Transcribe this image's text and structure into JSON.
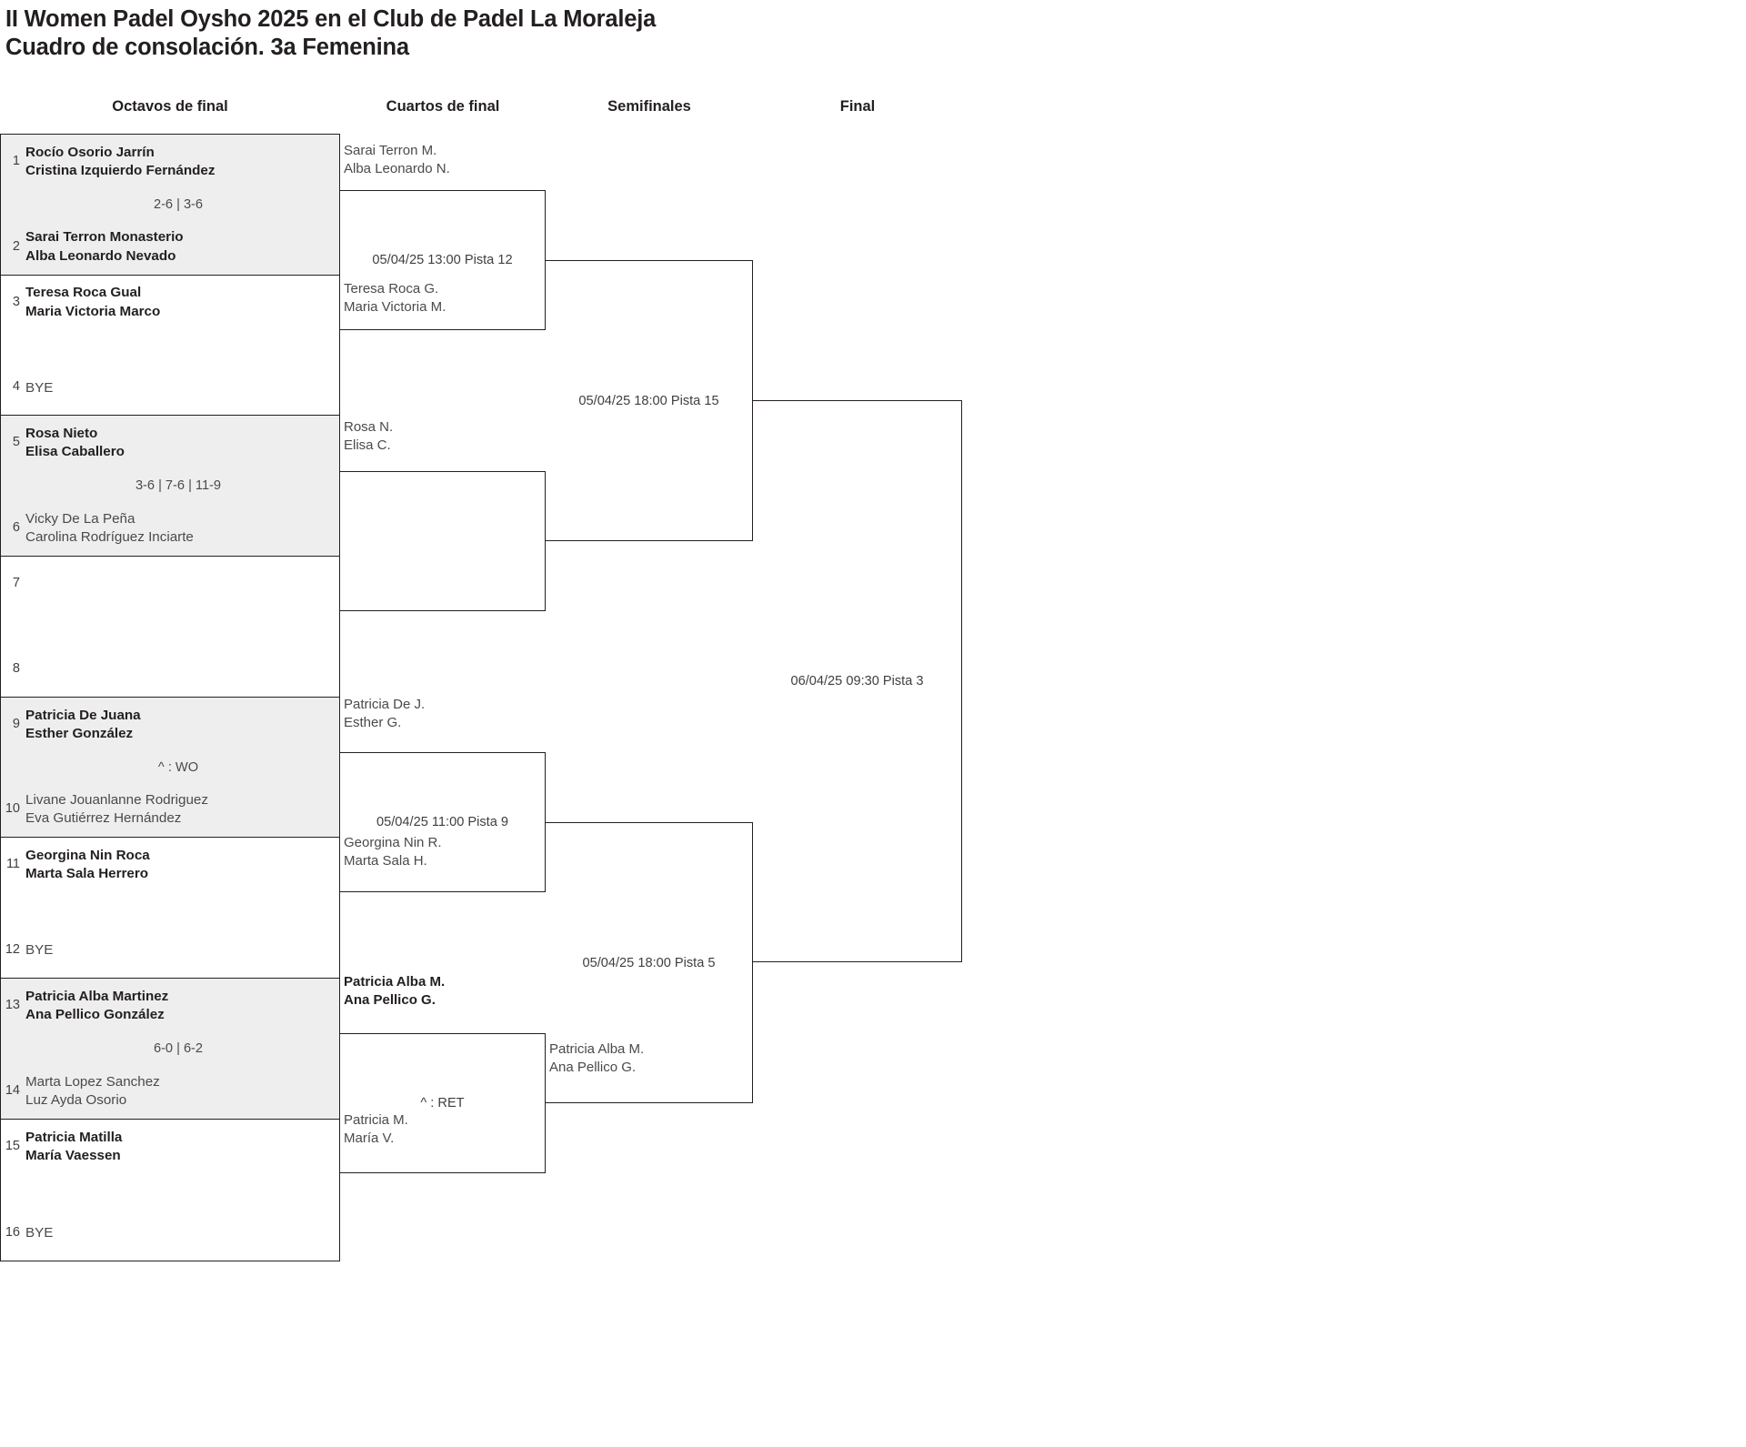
{
  "title": {
    "line1": "II Women Padel Oysho 2025 en el Club de Padel La Moraleja",
    "line2": "Cuadro de consolación. 3a Femenina"
  },
  "rounds": [
    {
      "label": "Octavos de final"
    },
    {
      "label": "Cuartos de final"
    },
    {
      "label": "Semifinales"
    },
    {
      "label": "Final"
    }
  ],
  "round1": {
    "pairs": [
      {
        "shaded": true,
        "top": {
          "seed": "1",
          "p1": "Rocío Osorio Jarrín",
          "p2": "Cristina Izquierdo Fernández",
          "winner": false
        },
        "bottom": {
          "seed": "2",
          "p1": "Sarai Terron Monasterio",
          "p2": "Alba Leonardo Nevado",
          "winner": true
        },
        "score": "2-6 | 3-6"
      },
      {
        "shaded": false,
        "top": {
          "seed": "3",
          "p1": "Teresa Roca Gual",
          "p2": "Maria Victoria Marco",
          "winner": true
        },
        "bottom": {
          "seed": "4",
          "bye": "BYE"
        },
        "score": ""
      },
      {
        "shaded": true,
        "top": {
          "seed": "5",
          "p1": "Rosa Nieto",
          "p2": "Elisa Caballero",
          "winner": true
        },
        "bottom": {
          "seed": "6",
          "p1": "Vicky De La Peña",
          "p2": "Carolina Rodríguez Inciarte",
          "winner": false
        },
        "score": "3-6 | 7-6 | 11-9"
      },
      {
        "shaded": false,
        "top": {
          "seed": "7"
        },
        "bottom": {
          "seed": "8"
        },
        "score": ""
      },
      {
        "shaded": true,
        "top": {
          "seed": "9",
          "p1": "Patricia De Juana",
          "p2": "Esther González",
          "winner": true
        },
        "bottom": {
          "seed": "10",
          "p1": "Livane Jouanlanne Rodriguez",
          "p2": "Eva Gutiérrez Hernández",
          "winner": false
        },
        "score": "^ : WO"
      },
      {
        "shaded": false,
        "top": {
          "seed": "11",
          "p1": "Georgina Nin Roca",
          "p2": "Marta Sala Herrero",
          "winner": true
        },
        "bottom": {
          "seed": "12",
          "bye": "BYE"
        },
        "score": ""
      },
      {
        "shaded": true,
        "top": {
          "seed": "13",
          "p1": "Patricia Alba Martinez",
          "p2": "Ana Pellico González",
          "winner": true
        },
        "bottom": {
          "seed": "14",
          "p1": "Marta Lopez Sanchez",
          "p2": "Luz Ayda Osorio",
          "winner": false
        },
        "score": "6-0 | 6-2"
      },
      {
        "shaded": false,
        "top": {
          "seed": "15",
          "p1": "Patricia Matilla",
          "p2": "María Vaessen",
          "winner": true
        },
        "bottom": {
          "seed": "16",
          "bye": "BYE"
        },
        "score": ""
      }
    ]
  },
  "quarterfinals": [
    {
      "top": {
        "p1": "Sarai Terron M.",
        "p2": "Alba Leonardo N.",
        "winner": false
      },
      "bottom": {
        "p1": "Teresa Roca G.",
        "p2": "Maria Victoria M.",
        "winner": false
      },
      "label": "05/04/25 13:00 Pista 12"
    },
    {
      "top": {
        "p1": "Rosa N.",
        "p2": "Elisa C.",
        "winner": false
      },
      "bottom": {
        "p1": "",
        "p2": "",
        "winner": false
      },
      "label": ""
    },
    {
      "top": {
        "p1": "Patricia De J.",
        "p2": "Esther G.",
        "winner": false
      },
      "bottom": {
        "p1": "Georgina Nin R.",
        "p2": "Marta Sala H.",
        "winner": false
      },
      "label": "05/04/25 11:00 Pista 9"
    },
    {
      "top": {
        "p1": "Patricia Alba M.",
        "p2": "Ana Pellico G.",
        "winner": true
      },
      "bottom": {
        "p1": "Patricia M.",
        "p2": "María V.",
        "winner": false
      },
      "label": "^ : RET"
    }
  ],
  "semifinals": [
    {
      "top": {
        "p1": "",
        "p2": "",
        "winner": false
      },
      "bottom": {
        "p1": "",
        "p2": "",
        "winner": false
      },
      "label": "05/04/25 18:00 Pista 15"
    },
    {
      "top": {
        "p1": "Patricia Alba M.",
        "p2": "Ana Pellico G.",
        "winner": false
      },
      "bottom": {
        "p1": "",
        "p2": "",
        "winner": false
      },
      "label": "05/04/25 18:00 Pista 5"
    }
  ],
  "final": {
    "label": "06/04/25 09:30 Pista 3"
  }
}
